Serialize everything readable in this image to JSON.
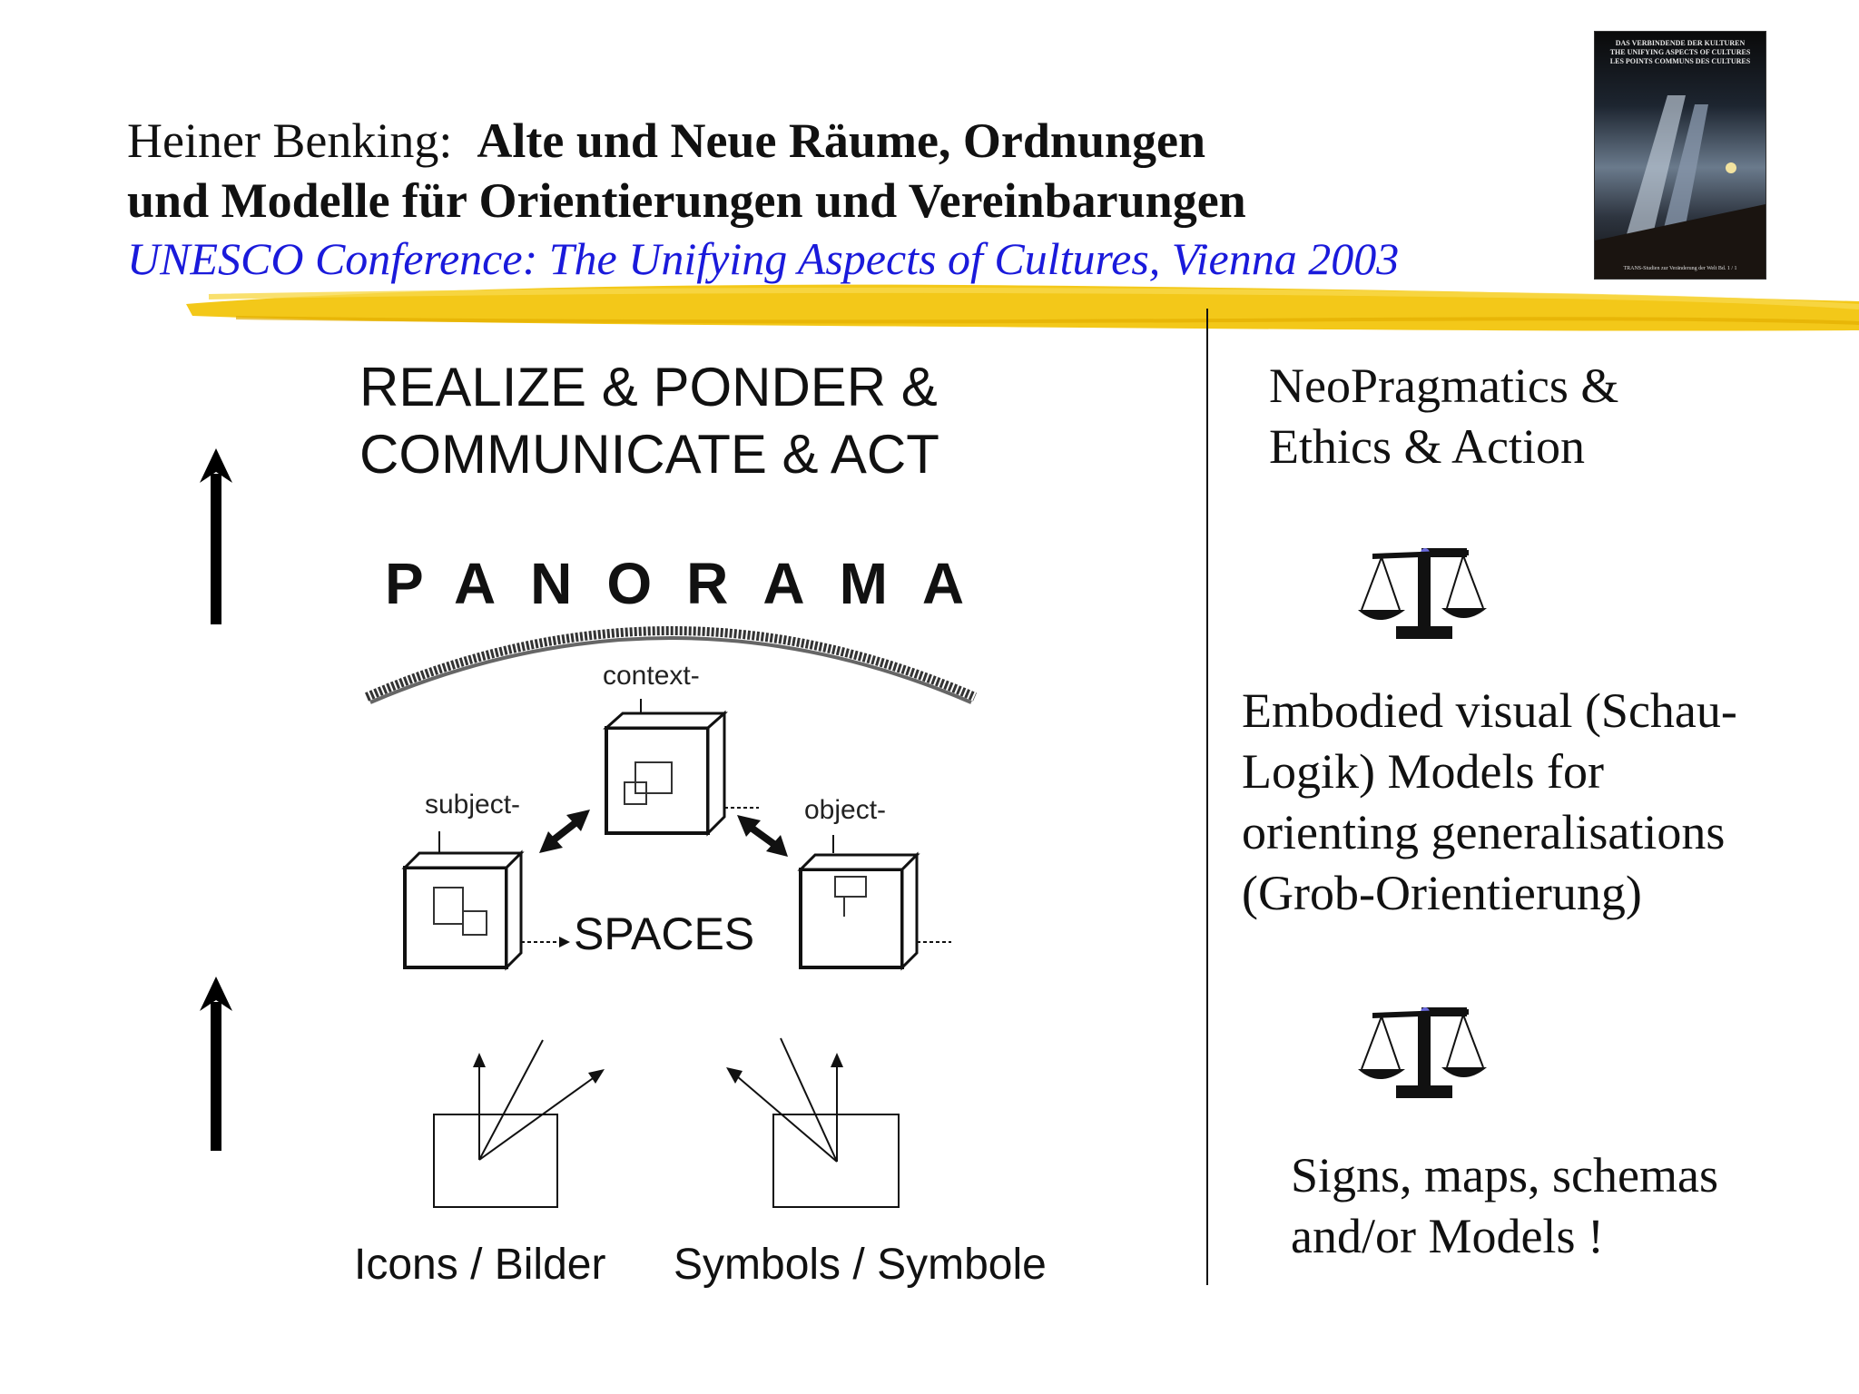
{
  "header": {
    "author": "Heiner Benking:",
    "title_line1": "Alte und Neue Räume, Ordnungen",
    "title_line2": "und Modelle für Orientierungen und Vereinbarungen",
    "conference": "UNESCO Conference: The Unifying Aspects of Cultures, Vienna 2003"
  },
  "book_cover": {
    "lines": [
      "DAS VERBINDENDE DER KULTUREN",
      "THE UNIFYING ASPECTS OF CULTURES",
      "LES POINTS COMMUNS DES CULTURES"
    ],
    "footer": "TRANS-Studien zur Veränderung der Welt  Bd. 1 / 1"
  },
  "left": {
    "headline_line1": "REALIZE & PONDER &",
    "headline_line2": "COMMUNICATE & ACT",
    "panorama": "PANORAMA",
    "diagram": {
      "context_label": "context-",
      "subject_label": "subject-",
      "object_label": "object-",
      "spaces_label": "SPACES"
    },
    "icons_label": "Icons / Bilder",
    "symbols_label": "Symbols / Symbole"
  },
  "right": {
    "neo_line1": "NeoPragmatics &",
    "neo_line2": "Ethics & Action",
    "embodied_line1": "Embodied visual (Schau-",
    "embodied_line2": "Logik) Models for",
    "embodied_line3": "orienting generalisations",
    "embodied_line4": "(Grob-Orientierung)",
    "signs_line1": "Signs, maps, schemas",
    "signs_line2": "and/or Models !"
  },
  "colors": {
    "conference_blue": "#1a1adb",
    "highlighter_yellow": "#f2c200"
  },
  "icons": [
    "up-arrow-icon",
    "scales-of-justice-icon",
    "cube-icon"
  ]
}
